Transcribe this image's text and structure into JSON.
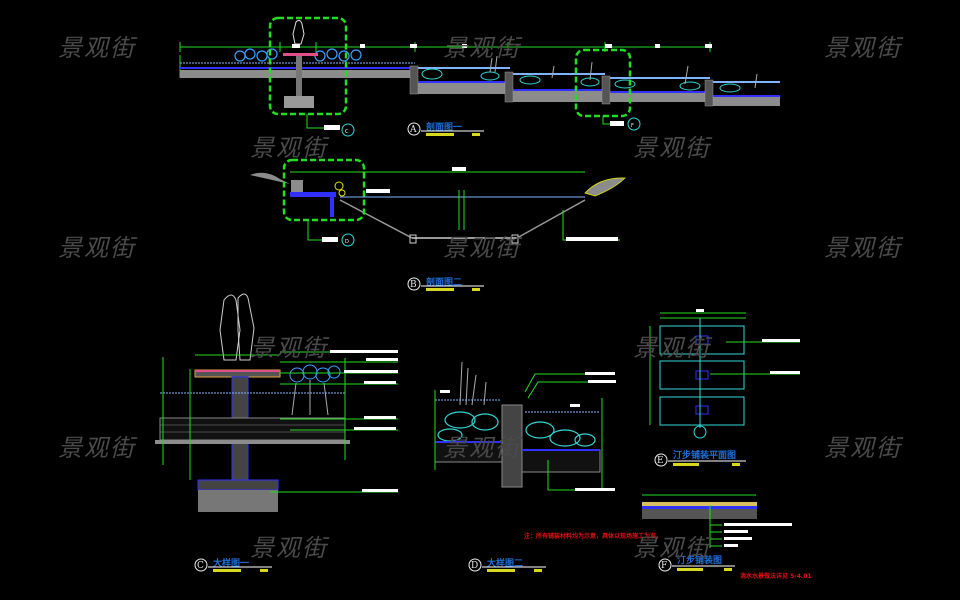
{
  "watermark": "景观街",
  "drawings": {
    "A": {
      "letter": "A",
      "title": "剖面图一"
    },
    "B": {
      "letter": "B",
      "title": "剖面图二"
    },
    "C": {
      "letter": "C",
      "title": "大样图一"
    },
    "D": {
      "letter": "D",
      "title": "大样图二"
    },
    "E": {
      "letter": "E",
      "title": "汀步铺装平面图"
    },
    "F": {
      "letter": "F",
      "title": "汀步铺装图"
    }
  },
  "callouts": {
    "c_ref": "C",
    "d_ref": "D",
    "f_ref": "F"
  },
  "notes": {
    "red_note": "注：所有铺装材料均为示意，具体以现场施工为准。",
    "drawing_ref": "淌水水景做法详见 5-4.01"
  },
  "colors": {
    "background": "#000000",
    "dimension": "#22dd22",
    "detail_box": "#22dd22",
    "title_text": "#1e6fd9",
    "title_bar": "#d8d820",
    "water": "#7fb3ff",
    "stone": "#33d6d6",
    "ground": "#8c8c8c",
    "note": "#e01010",
    "watermark": "#4a4a4a"
  }
}
